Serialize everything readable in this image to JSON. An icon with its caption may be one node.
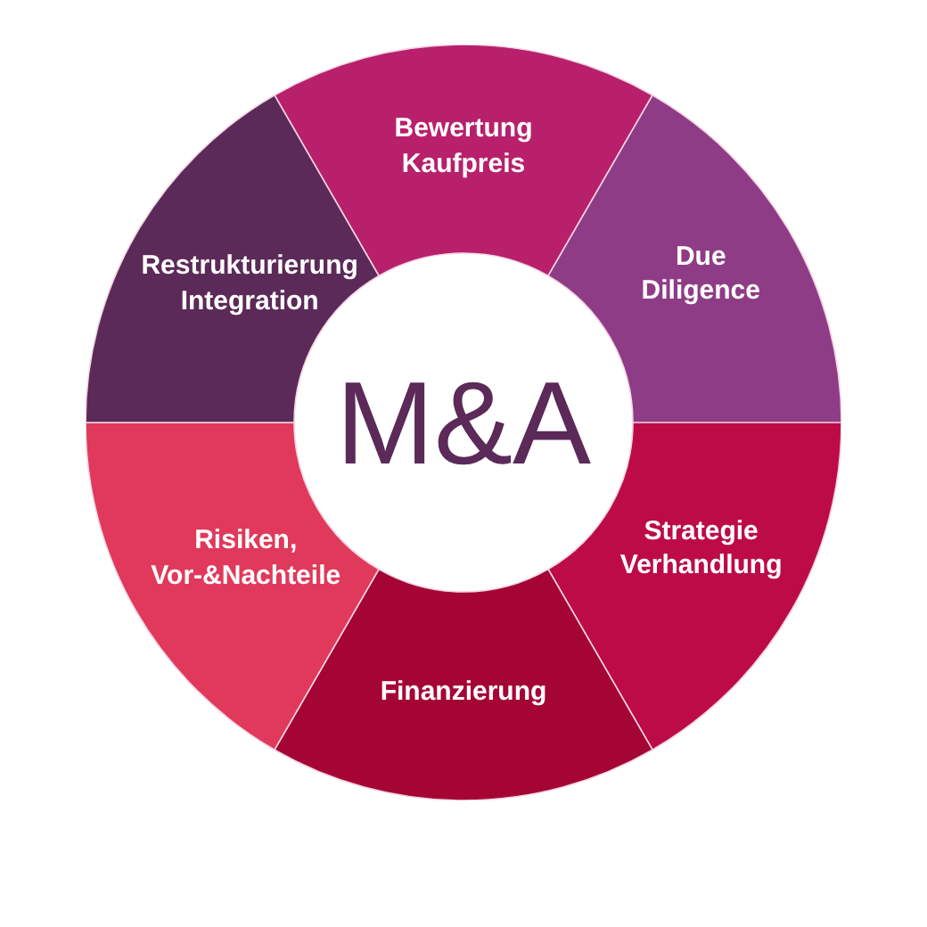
{
  "diagram": {
    "nodes": [
      {
        "text": [
          "M&A"
        ]
      },
      {
        "text": [
          "Bewertung Kaufpreis"
        ]
      },
      {
        "text": [
          "Due Diligence"
        ]
      },
      {
        "text": [
          "Strategie Verhandlung"
        ]
      },
      {
        "text": [
          "Finanzierung"
        ]
      },
      {
        "text": [
          "Risiken, Vor-&Nachteile"
        ]
      },
      {
        "text": [
          "Restrukturierung Integration"
        ]
      }
    ]
  }
}
